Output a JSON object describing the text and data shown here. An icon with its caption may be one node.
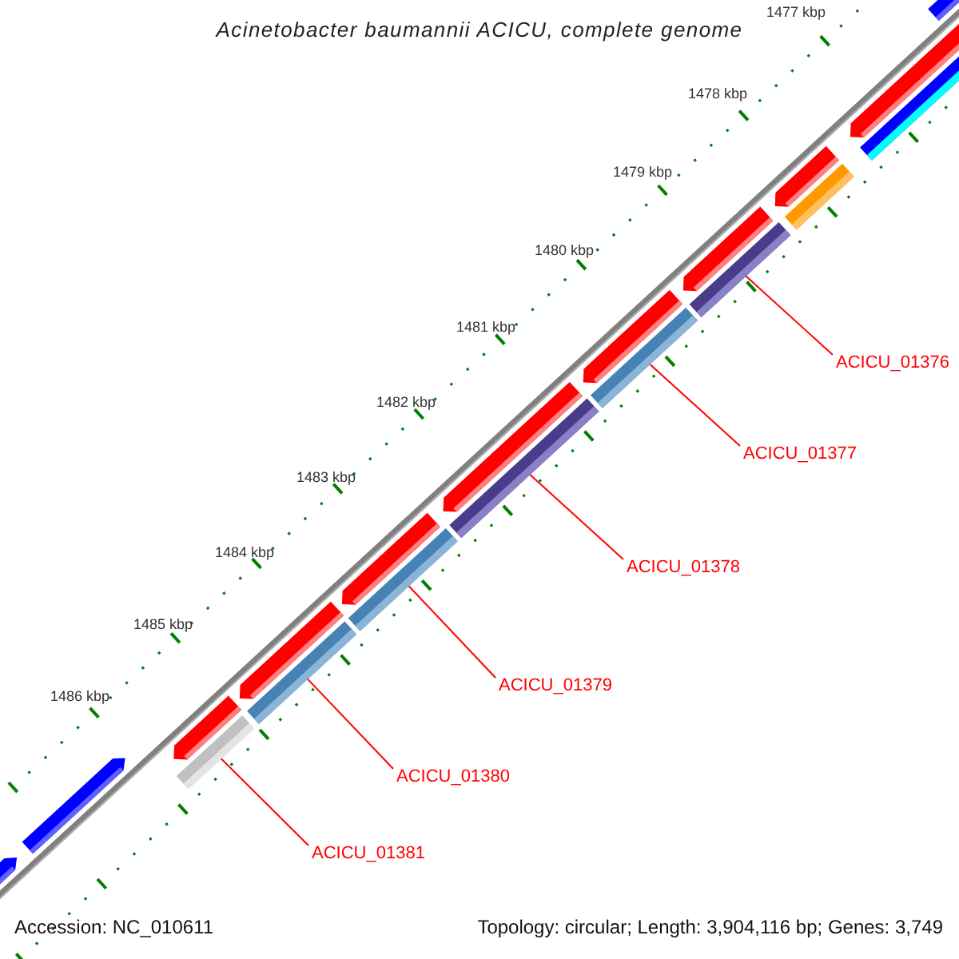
{
  "diagram": {
    "title": "Acinetobacter baumannii ACICU, complete genome",
    "nodes": [
      {
        "text": [
          "ACICU_01376"
        ]
      },
      {
        "text": [
          "ACICU_01377"
        ]
      },
      {
        "text": [
          "ACICU_01378"
        ]
      },
      {
        "text": [
          "ACICU_01379"
        ]
      },
      {
        "text": [
          "ACICU_01380"
        ]
      },
      {
        "text": [
          "ACICU_01381"
        ]
      },
      {
        "text": [],
        "shape": "pentagon"
      },
      {
        "text": [],
        "shape": "pentagon"
      },
      {
        "text": [],
        "shape": "pentagon"
      },
      {
        "text": [],
        "shape": "pentagon"
      },
      {
        "text": [],
        "shape": "pentagon"
      },
      {
        "text": [],
        "shape": "pentagon"
      },
      {
        "text": [],
        "shape": "pentagon"
      },
      {
        "text": [],
        "shape": "pentagon"
      },
      {
        "text": [],
        "shape": "pentagon"
      },
      {
        "text": [],
        "shape": "bar"
      },
      {
        "text": [],
        "shape": "bar"
      },
      {
        "text": [],
        "shape": "bar"
      },
      {
        "text": [],
        "shape": "bar"
      },
      {
        "text": [],
        "shape": "bar"
      },
      {
        "text": [],
        "shape": "bar"
      },
      {
        "text": [],
        "shape": "bar"
      },
      {
        "text": [],
        "shape": "bar"
      },
      {
        "text": [],
        "shape": "pentagon"
      },
      {
        "text": [],
        "shape": "pentagon"
      }
    ],
    "edges": [
      {
        "from": 0,
        "to": 17,
        "arrow": "none"
      },
      {
        "from": 1,
        "to": 18,
        "arrow": "none"
      },
      {
        "from": 2,
        "to": 19,
        "arrow": "none"
      },
      {
        "from": 3,
        "to": 20,
        "arrow": "none"
      },
      {
        "from": 4,
        "to": 21,
        "arrow": "none"
      },
      {
        "from": 5,
        "to": 22,
        "arrow": "none"
      }
    ],
    "labels": [
      "1477 kbp",
      "1478 kbp",
      "1479 kbp",
      "1480 kbp",
      "1481 kbp",
      "1482 kbp",
      "1483 kbp",
      "1484 kbp",
      "1485 kbp",
      "1486 kbp",
      "Accession: NC_010611",
      "Topology: circular; Length: 3,904,116 bp; Genes: 3,749"
    ]
  }
}
